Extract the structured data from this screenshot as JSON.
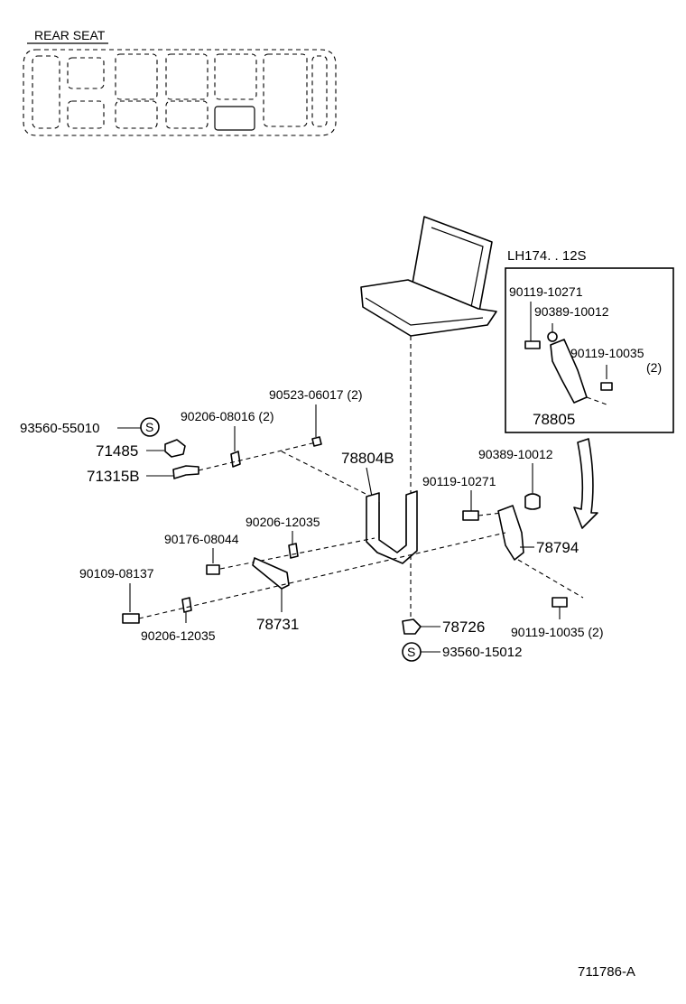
{
  "header": {
    "section_label": "REAR SEAT"
  },
  "inset": {
    "title": "LH174. . 12S",
    "labels": [
      "90119-10271",
      "90389-10012",
      "90119-10035",
      "(2)",
      "78805"
    ]
  },
  "parts": {
    "p93560_55010": "93560-55010",
    "p71485": "71485",
    "p71315B": "71315B",
    "p90206_08016": "90206-08016 (2)",
    "p90523_06017": "90523-06017 (2)",
    "p78804B": "78804B",
    "p90389_10012": "90389-10012",
    "p90119_10271": "90119-10271",
    "p78794": "78794",
    "p90206_12035_top": "90206-12035",
    "p90176_08044": "90176-08044",
    "p90109_08137": "90109-08137",
    "p90206_12035_bottom": "90206-12035",
    "p78731": "78731",
    "p78726": "78726",
    "p93560_15012": "93560-15012",
    "p90119_10035": "90119-10035 (2)"
  },
  "symbols": {
    "s_mark": "S"
  },
  "footer": {
    "diagram_code": "711786-A"
  }
}
